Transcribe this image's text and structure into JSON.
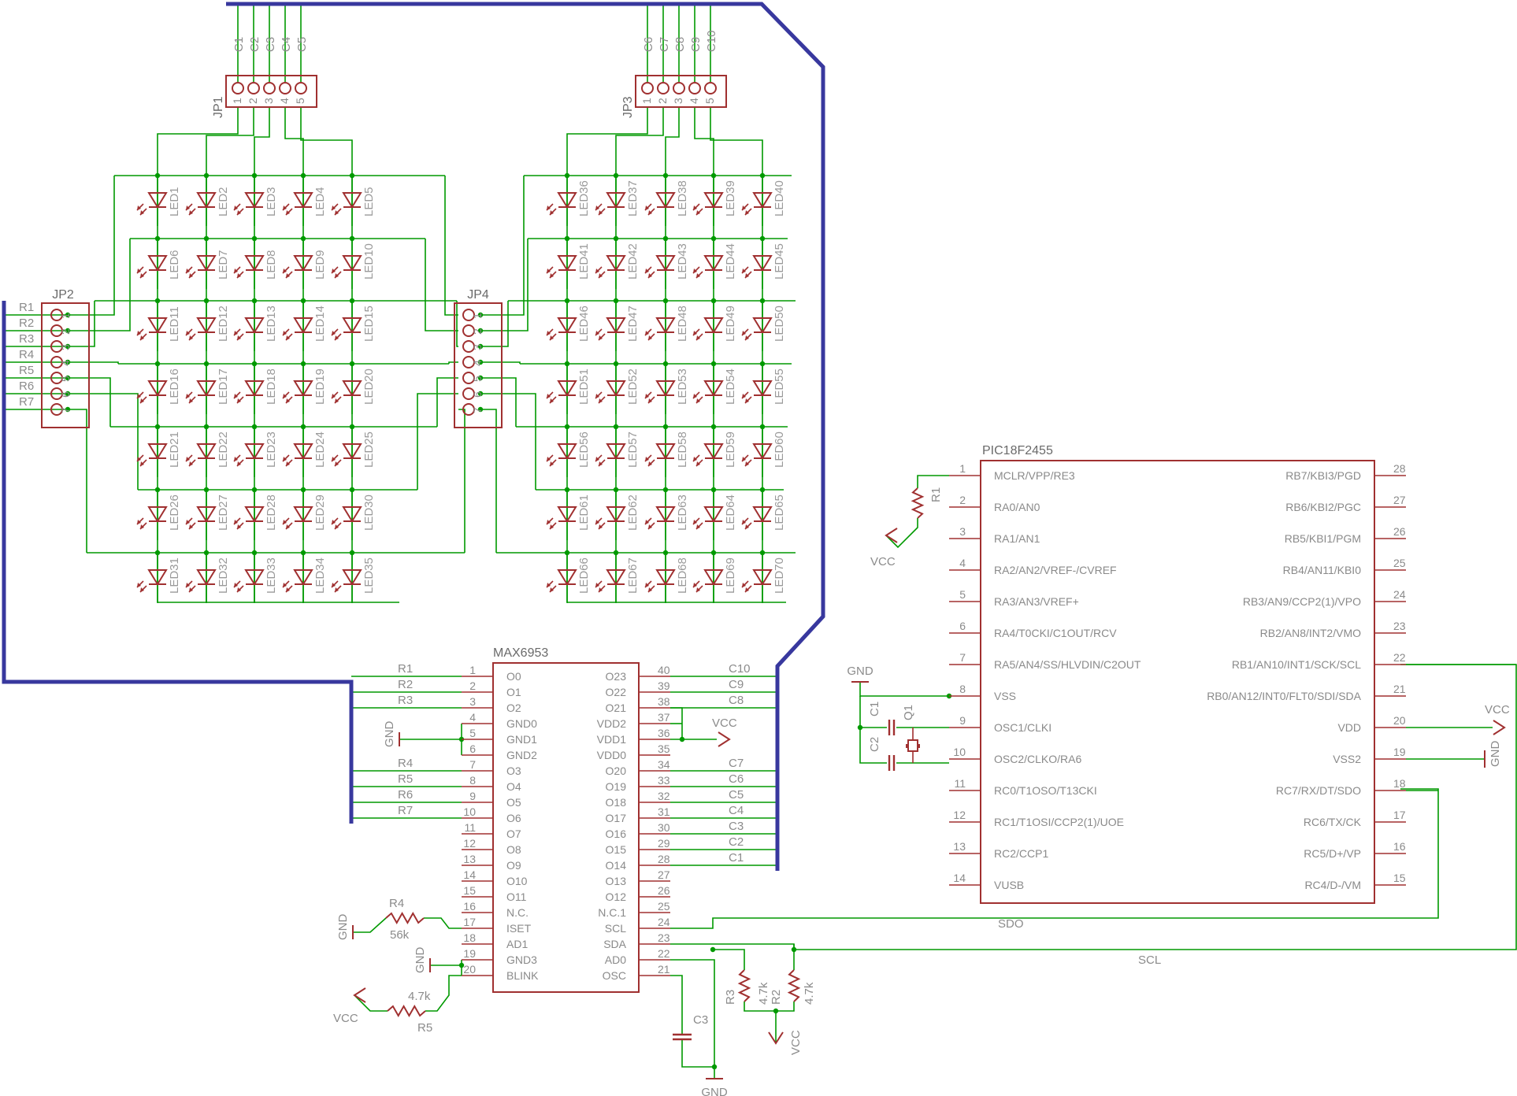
{
  "colors": {
    "wire": "#009900",
    "bus": "#38389e",
    "component": "#a03030",
    "text": "#7a7a7a",
    "junction": "#009900"
  },
  "headers": {
    "jp1": {
      "name": "JP1",
      "nets": [
        "C1",
        "C2",
        "C3",
        "C4",
        "C5"
      ]
    },
    "jp3": {
      "name": "JP3",
      "nets": [
        "C6",
        "C7",
        "C8",
        "C9",
        "C10"
      ]
    },
    "jp2": {
      "name": "JP2",
      "nets": [
        "R1",
        "R2",
        "R3",
        "R4",
        "R5",
        "R6",
        "R7"
      ]
    },
    "jp4": {
      "name": "JP4"
    }
  },
  "leds": {
    "left": [
      [
        "LED1",
        "LED2",
        "LED3",
        "LED4",
        "LED5"
      ],
      [
        "LED6",
        "LED7",
        "LED8",
        "LED9",
        "LED10"
      ],
      [
        "LED11",
        "LED12",
        "LED13",
        "LED14",
        "LED15"
      ],
      [
        "LED16",
        "LED17",
        "LED18",
        "LED19",
        "LED20"
      ],
      [
        "LED21",
        "LED22",
        "LED23",
        "LED24",
        "LED25"
      ],
      [
        "LED26",
        "LED27",
        "LED28",
        "LED29",
        "LED30"
      ],
      [
        "LED31",
        "LED32",
        "LED33",
        "LED34",
        "LED35"
      ]
    ],
    "right": [
      [
        "LED36",
        "LED37",
        "LED38",
        "LED39",
        "LED40"
      ],
      [
        "LED41",
        "LED42",
        "LED43",
        "LED44",
        "LED45"
      ],
      [
        "LED46",
        "LED47",
        "LED48",
        "LED49",
        "LED50"
      ],
      [
        "LED51",
        "LED52",
        "LED53",
        "LED54",
        "LED55"
      ],
      [
        "LED56",
        "LED57",
        "LED58",
        "LED59",
        "LED60"
      ],
      [
        "LED61",
        "LED62",
        "LED63",
        "LED64",
        "LED65"
      ],
      [
        "LED66",
        "LED67",
        "LED68",
        "LED69",
        "LED70"
      ]
    ]
  },
  "max6953": {
    "name": "MAX6953",
    "left_pins": [
      {
        "n": "1",
        "name": "O0",
        "net": "R1"
      },
      {
        "n": "2",
        "name": "O1",
        "net": "R2"
      },
      {
        "n": "3",
        "name": "O2",
        "net": "R3"
      },
      {
        "n": "4",
        "name": "GND0",
        "net": ""
      },
      {
        "n": "5",
        "name": "GND1",
        "net": ""
      },
      {
        "n": "6",
        "name": "GND2",
        "net": ""
      },
      {
        "n": "7",
        "name": "O3",
        "net": "R4"
      },
      {
        "n": "8",
        "name": "O4",
        "net": "R5"
      },
      {
        "n": "9",
        "name": "O5",
        "net": "R6"
      },
      {
        "n": "10",
        "name": "O6",
        "net": "R7"
      },
      {
        "n": "11",
        "name": "O7",
        "net": ""
      },
      {
        "n": "12",
        "name": "O8",
        "net": ""
      },
      {
        "n": "13",
        "name": "O9",
        "net": ""
      },
      {
        "n": "14",
        "name": "O10",
        "net": ""
      },
      {
        "n": "15",
        "name": "O11",
        "net": ""
      },
      {
        "n": "16",
        "name": "N.C.",
        "net": ""
      },
      {
        "n": "17",
        "name": "ISET",
        "net": ""
      },
      {
        "n": "18",
        "name": "AD1",
        "net": ""
      },
      {
        "n": "19",
        "name": "GND3",
        "net": ""
      },
      {
        "n": "20",
        "name": "BLINK",
        "net": ""
      }
    ],
    "right_pins": [
      {
        "n": "40",
        "name": "O23",
        "net": "C10"
      },
      {
        "n": "39",
        "name": "O22",
        "net": "C9"
      },
      {
        "n": "38",
        "name": "O21",
        "net": "C8"
      },
      {
        "n": "37",
        "name": "VDD2",
        "net": ""
      },
      {
        "n": "36",
        "name": "VDD1",
        "net": ""
      },
      {
        "n": "35",
        "name": "VDD0",
        "net": ""
      },
      {
        "n": "34",
        "name": "O20",
        "net": "C7"
      },
      {
        "n": "33",
        "name": "O19",
        "net": "C6"
      },
      {
        "n": "32",
        "name": "O18",
        "net": "C5"
      },
      {
        "n": "31",
        "name": "O17",
        "net": "C4"
      },
      {
        "n": "30",
        "name": "O16",
        "net": "C3"
      },
      {
        "n": "29",
        "name": "O15",
        "net": "C2"
      },
      {
        "n": "28",
        "name": "O14",
        "net": "C1"
      },
      {
        "n": "27",
        "name": "O13",
        "net": ""
      },
      {
        "n": "26",
        "name": "O12",
        "net": ""
      },
      {
        "n": "25",
        "name": "N.C.1",
        "net": ""
      },
      {
        "n": "24",
        "name": "SCL",
        "net": ""
      },
      {
        "n": "23",
        "name": "SDA",
        "net": ""
      },
      {
        "n": "22",
        "name": "AD0",
        "net": ""
      },
      {
        "n": "21",
        "name": "OSC",
        "net": ""
      }
    ]
  },
  "pic": {
    "name": "PIC18F2455",
    "left_pins": [
      {
        "n": "1",
        "name": "MCLR/VPP/RE3"
      },
      {
        "n": "2",
        "name": "RA0/AN0"
      },
      {
        "n": "3",
        "name": "RA1/AN1"
      },
      {
        "n": "4",
        "name": "RA2/AN2/VREF-/CVREF"
      },
      {
        "n": "5",
        "name": "RA3/AN3/VREF+"
      },
      {
        "n": "6",
        "name": "RA4/T0CKI/C1OUT/RCV"
      },
      {
        "n": "7",
        "name": "RA5/AN4/SS/HLVDIN/C2OUT"
      },
      {
        "n": "8",
        "name": "VSS"
      },
      {
        "n": "9",
        "name": "OSC1/CLKI"
      },
      {
        "n": "10",
        "name": "OSC2/CLKO/RA6"
      },
      {
        "n": "11",
        "name": "RC0/T1OSO/T13CKI"
      },
      {
        "n": "12",
        "name": "RC1/T1OSI/CCP2(1)/UOE"
      },
      {
        "n": "13",
        "name": "RC2/CCP1"
      },
      {
        "n": "14",
        "name": "VUSB"
      }
    ],
    "right_pins": [
      {
        "n": "28",
        "name": "RB7/KBI3/PGD"
      },
      {
        "n": "27",
        "name": "RB6/KBI2/PGC"
      },
      {
        "n": "26",
        "name": "RB5/KBI1/PGM"
      },
      {
        "n": "25",
        "name": "RB4/AN11/KBI0"
      },
      {
        "n": "24",
        "name": "RB3/AN9/CCP2(1)/VPO"
      },
      {
        "n": "23",
        "name": "RB2/AN8/INT2/VMO"
      },
      {
        "n": "22",
        "name": "RB1/AN10/INT1/SCK/SCL"
      },
      {
        "n": "21",
        "name": "RB0/AN12/INT0/FLT0/SDI/SDA"
      },
      {
        "n": "20",
        "name": "VDD"
      },
      {
        "n": "19",
        "name": "VSS2"
      },
      {
        "n": "18",
        "name": "RC7/RX/DT/SDO"
      },
      {
        "n": "17",
        "name": "RC6/TX/CK"
      },
      {
        "n": "16",
        "name": "RC5/D+/VP"
      },
      {
        "n": "15",
        "name": "RC4/D-/VM"
      }
    ]
  },
  "passives": {
    "r1": {
      "name": "R1"
    },
    "r2": {
      "name": "R2",
      "value": "4.7k"
    },
    "r3": {
      "name": "R3",
      "value": "4.7k"
    },
    "r4": {
      "name": "R4",
      "value": "56k"
    },
    "r5": {
      "name": "R5",
      "value": "4.7k"
    },
    "c1": {
      "name": "C1"
    },
    "c2": {
      "name": "C2"
    },
    "c3": {
      "name": "C3"
    },
    "q1": {
      "name": "Q1"
    }
  },
  "power": {
    "vcc": "VCC",
    "gnd": "GND"
  },
  "nets": {
    "sdo": "SDO",
    "scl": "SCL"
  }
}
